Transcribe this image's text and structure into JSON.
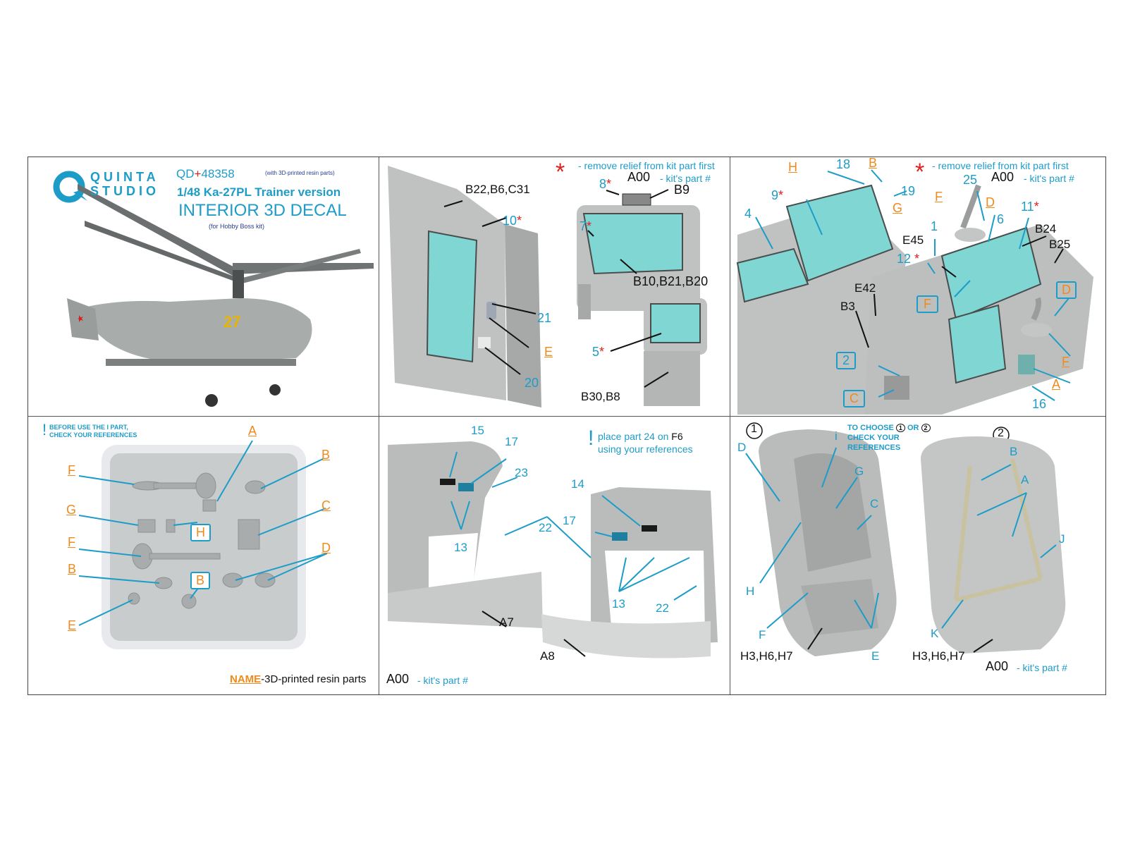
{
  "header": {
    "brand_line1": "QUINTA",
    "brand_line2": "STUDIO",
    "product_prefix": "QD",
    "product_plus": "+",
    "product_number": "48358",
    "resin_note": "(with 3D-printed resin parts)",
    "scale_title": "1/48 Ka-27PL Trainer version",
    "main_title": "INTERIOR 3D DECAL",
    "kit_note": "(for Hobby Boss kit)"
  },
  "aircraft_marking": "27",
  "legend": {
    "remove_relief": "- remove relief from kit part first",
    "kit_part_code": "A00",
    "kit_part_text": "- kit's part #",
    "resin_name": "NAME",
    "resin_text": "-3D-printed resin parts"
  },
  "panel2_labels": {
    "b22": "B22,B6,C31",
    "n10": "10",
    "n8": "8",
    "b9": "B9",
    "n7": "7",
    "b10": "B10,B21,B20",
    "n21": "21",
    "e": "E",
    "n20": "20",
    "n5": "5",
    "b30": "B30,B8"
  },
  "panel3_labels": {
    "h": "H",
    "n18": "18",
    "b": "B",
    "n19": "19",
    "g": "G",
    "n25": "25",
    "f1": "F",
    "d1": "D",
    "n11": "11",
    "n4": "4",
    "n9": "9",
    "n1": "1",
    "e45": "E45",
    "n6": "6",
    "b24": "B24",
    "b25": "B25",
    "n12": "12",
    "e42": "E42",
    "f2": "F",
    "d2": "D",
    "b3": "B3",
    "n2": "2",
    "c": "C",
    "f3": "F",
    "a": "A",
    "n16": "16"
  },
  "panel4": {
    "warning_line1": "BEFORE USE THE I PART,",
    "warning_line2": "CHECK YOUR REFERENCES",
    "labels": {
      "a": "A",
      "f1": "F",
      "b1": "B",
      "g": "G",
      "c": "C",
      "h": "H",
      "f2": "F",
      "d": "D",
      "b2": "B",
      "b3": "B",
      "e": "E"
    }
  },
  "panel5": {
    "note_line1": "place part 24 on",
    "note_ref": "F6",
    "note_line2": "using your references",
    "labels": {
      "n15": "15",
      "n17a": "17",
      "n23": "23",
      "n14": "14",
      "n17b": "17",
      "n13a": "13",
      "n22a": "22",
      "n13b": "13",
      "n22b": "22",
      "a7": "A7",
      "a8": "A8"
    }
  },
  "panel6": {
    "choice1": "1",
    "choice2": "2",
    "choose_line1": "TO CHOOSE",
    "choose_or": "OR",
    "choose_line2": "CHECK YOUR",
    "choose_line3": "REFERENCES",
    "labels": {
      "d": "D",
      "i": "i",
      "g": "G",
      "c": "C",
      "h": "H",
      "f": "F",
      "e": "E",
      "h3a": "H3,H6,H7",
      "b": "B",
      "a": "A",
      "j": "J",
      "k": "K",
      "h3b": "H3,H6,H7"
    }
  },
  "colors": {
    "cyan_panel": "#7fd6d2",
    "gray_part": "#b9bcbb",
    "label_blue": "#1e9cc8",
    "label_orange": "#f08a1c",
    "star_red": "#e02020"
  }
}
